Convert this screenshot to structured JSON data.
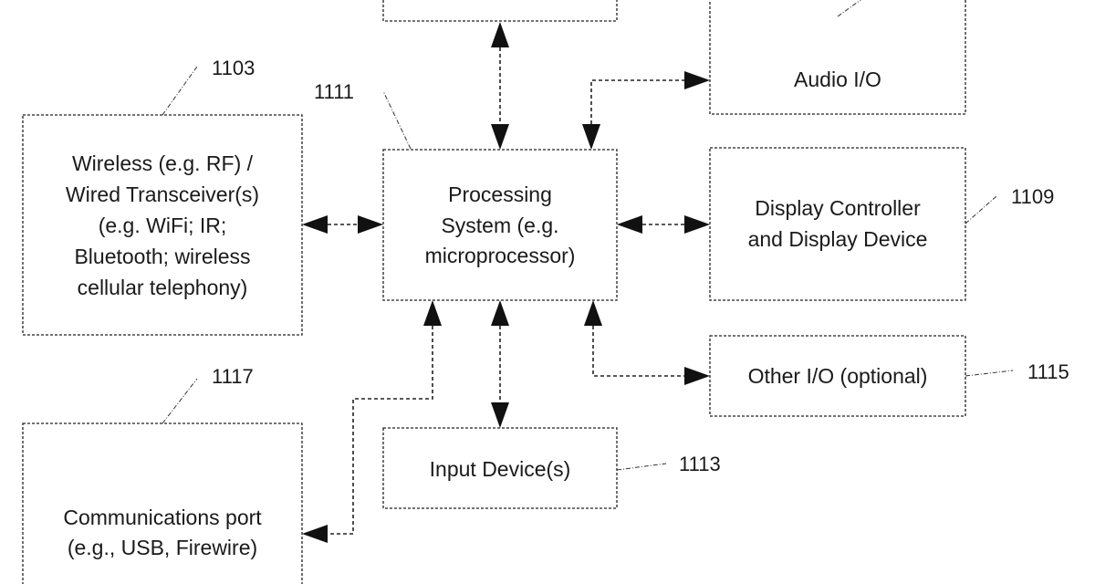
{
  "diagram": {
    "type": "block-diagram",
    "blocks": {
      "top": {
        "ref": "",
        "lines": []
      },
      "audio": {
        "ref": "",
        "lines": [
          "Audio I/O"
        ]
      },
      "wireless": {
        "ref": "1103",
        "lines": [
          "Wireless (e.g. RF) /",
          "Wired Transceiver(s)",
          "(e.g. WiFi; IR;",
          "Bluetooth; wireless",
          "cellular telephony)"
        ]
      },
      "processing": {
        "ref": "1111",
        "lines": [
          "Processing",
          "System (e.g.",
          "microprocessor)"
        ]
      },
      "display": {
        "ref": "1109",
        "lines": [
          "Display Controller",
          "and Display Device"
        ]
      },
      "other_io": {
        "ref": "1115",
        "lines": [
          "Other I/O (optional)"
        ]
      },
      "input": {
        "ref": "1113",
        "lines": [
          "Input Device(s)"
        ]
      },
      "comm_port": {
        "ref": "1117",
        "lines": [
          "Communications port",
          "(e.g., USB, Firewire)"
        ]
      }
    },
    "connections": [
      {
        "from": "processing",
        "to": "top",
        "direction": "bidirectional"
      },
      {
        "from": "processing",
        "to": "audio",
        "direction": "bidirectional"
      },
      {
        "from": "processing",
        "to": "wireless",
        "direction": "bidirectional"
      },
      {
        "from": "processing",
        "to": "display",
        "direction": "bidirectional"
      },
      {
        "from": "processing",
        "to": "other_io",
        "direction": "bidirectional"
      },
      {
        "from": "processing",
        "to": "input",
        "direction": "bidirectional"
      },
      {
        "from": "processing",
        "to": "comm_port",
        "direction": "bidirectional"
      }
    ]
  }
}
